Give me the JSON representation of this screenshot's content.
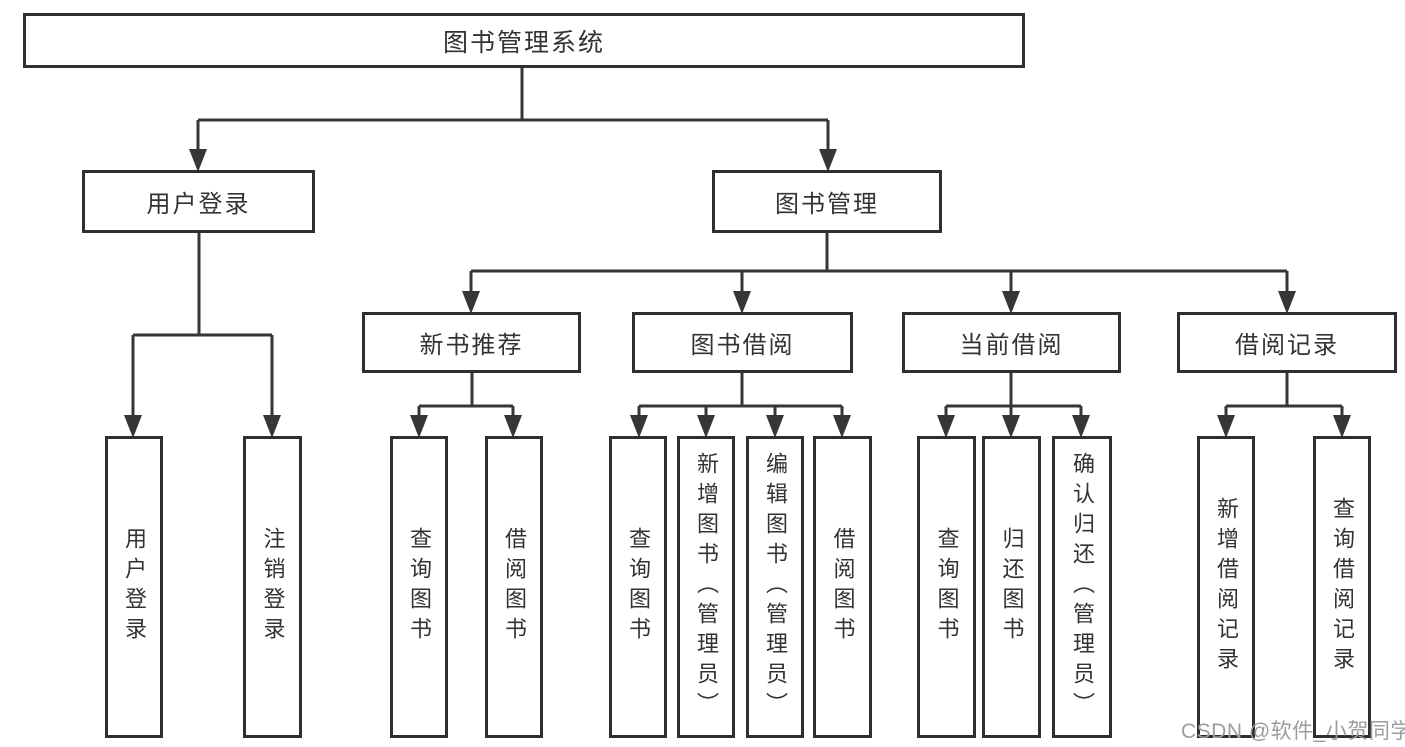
{
  "tree": {
    "root": {
      "label": "图书管理系统",
      "children": [
        {
          "label": "用户登录",
          "children": [
            {
              "label": "用户登录"
            },
            {
              "label": "注销登录"
            }
          ]
        },
        {
          "label": "图书管理",
          "children": [
            {
              "label": "新书推荐",
              "children": [
                {
                  "label": "查询图书"
                },
                {
                  "label": "借阅图书"
                }
              ]
            },
            {
              "label": "图书借阅",
              "children": [
                {
                  "label": "查询图书"
                },
                {
                  "label": "新增图书（管理员）"
                },
                {
                  "label": "编辑图书（管理员）"
                },
                {
                  "label": "借阅图书"
                }
              ]
            },
            {
              "label": "当前借阅",
              "children": [
                {
                  "label": "查询图书"
                },
                {
                  "label": "归还图书"
                },
                {
                  "label": "确认归还（管理员）"
                }
              ]
            },
            {
              "label": "借阅记录",
              "children": [
                {
                  "label": "新增借阅记录"
                },
                {
                  "label": "查询借阅记录"
                }
              ]
            }
          ]
        }
      ]
    }
  },
  "watermark": {
    "text": "CSDN @软件_小贺同学"
  },
  "colors": {
    "line": "#363636",
    "box_border": "#2f2f2f",
    "text": "#333333",
    "watermark": "#9c9ca2",
    "background": "#ffffff"
  }
}
